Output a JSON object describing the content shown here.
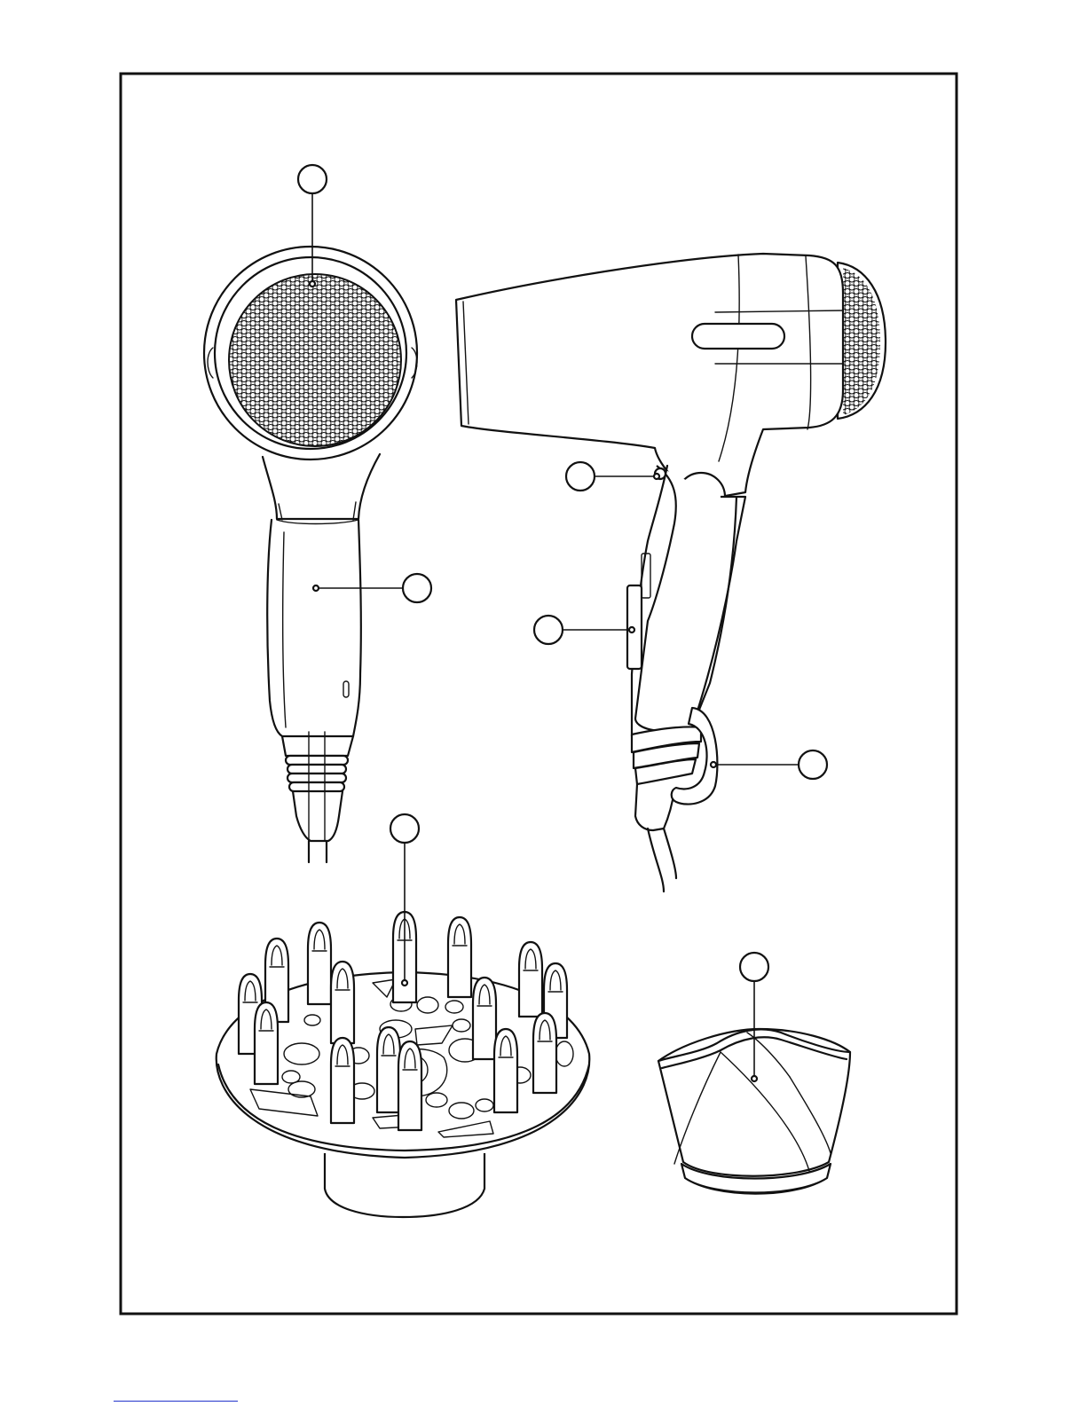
{
  "figure": {
    "title": "",
    "views": [
      "hair-dryer-front-view",
      "hair-dryer-side-view",
      "diffuser-attachment",
      "concentrator-nozzle"
    ]
  },
  "callouts": [
    {
      "id": "callout-air-outlet-grille",
      "label": ""
    },
    {
      "id": "callout-handle",
      "label": ""
    },
    {
      "id": "callout-fold-hinge-button",
      "label": ""
    },
    {
      "id": "callout-control-switch",
      "label": ""
    },
    {
      "id": "callout-hanging-loop",
      "label": ""
    },
    {
      "id": "callout-diffuser",
      "label": ""
    },
    {
      "id": "callout-concentrator",
      "label": ""
    }
  ],
  "colors": {
    "line": "#111111",
    "background": "#ffffff",
    "footer_rule": "#2233cc"
  }
}
